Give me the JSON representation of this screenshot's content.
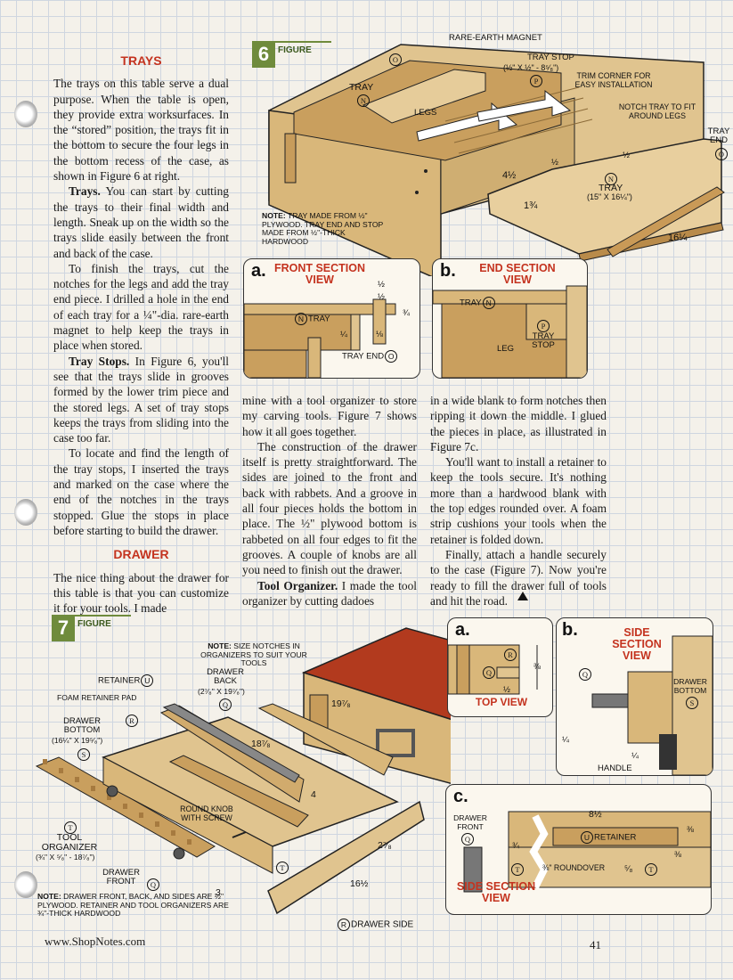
{
  "left_column": {
    "heading_trays": "TRAYS",
    "p1": "The trays on this table serve a dual purpose. When the table is open, they provide extra worksurfaces. In the “stored” position, the trays fit in the bottom to secure the four legs in the bottom recess of the case, as shown in Figure 6 at right.",
    "p2_lead": "Trays.",
    "p2": " You can start by cutting the trays to their final width and length. Sneak up on the width so the trays slide easily between the front and back of the case.",
    "p3": "To finish the trays, cut the notches for the legs and add the tray end piece. I drilled a hole in the end of each tray for a ¼\"-dia. rare-earth magnet to help keep the trays in place when stored.",
    "p4_lead": "Tray Stops.",
    "p4": " In Figure 6, you'll see that the trays slide in grooves formed by the lower trim piece and the stored legs. A set of tray stops keeps the trays from sliding into the case too far.",
    "p5": "To locate and find the length of the tray stops, I inserted the trays and marked on the case where the end of the notches in the trays stopped. Glue the stops in place before starting to build the drawer.",
    "heading_drawer": "DRAWER",
    "p6": "The nice thing about the drawer for this table is that you can customize it for your tools. I made"
  },
  "mid_column": {
    "p1": "mine with a tool organizer to store my carving tools. Figure 7 shows how it all goes together.",
    "p2": "The construction of the drawer itself is pretty straightforward. The sides are joined to the front and back with rabbets. And a groove in all four pieces holds the bottom in place. The ½\" plywood bottom is rabbeted on all four edges to fit the grooves. A couple of knobs are all you need to finish out the drawer.",
    "p3_lead": "Tool Organizer.",
    "p3": " I made the tool organizer by cutting dadoes"
  },
  "right_column": {
    "p1": "in a wide blank to form notches then ripping it down the middle. I glued the pieces in place, as illustrated in Figure 7c.",
    "p2": "You'll want to install a retainer to keep the tools secure. It's nothing more than a hardwood blank with the top edges rounded over. A foam strip cushions your tools when the retainer is folded down.",
    "p3": "Finally, attach a handle securely to the case (Figure 7). Now you're ready to fill the drawer full of tools and hit the road."
  },
  "figure6": {
    "number": "6",
    "word": "FIGURE",
    "labels": {
      "rare_earth": "RARE-EARTH MAGNET",
      "tray_stop": "TRAY STOP",
      "tray_stop_dim": "(½\" x ½\" - 8⁵⁄₈\")",
      "trim_corner": "TRIM CORNER FOR EASY INSTALLATION",
      "notch_tray": "NOTCH TRAY TO FIT AROUND LEGS",
      "tray_end": "TRAY END",
      "tray_n": "TRAY",
      "legs": "LEGS",
      "tray2": "TRAY",
      "tray2_dim": "(15\" x 16¼\")",
      "d_half": "½",
      "d_half2": "½",
      "d_4half": "4½",
      "d_1_3_4": "1¾",
      "d_16_1_4": "16¼",
      "note_lead": "NOTE:",
      "note": " TRAY MADE FROM ½\" PLYWOOD. TRAY END AND STOP MADE FROM ½\"-THICK HARDWOOD"
    },
    "inset_a": {
      "letter": "a.",
      "title": "FRONT SECTION VIEW",
      "tray": "TRAY",
      "tray_end": "TRAY END",
      "d1": "½",
      "d2": "½",
      "d3": "¾",
      "d4": "¼",
      "d5": "⅛"
    },
    "inset_b": {
      "letter": "b.",
      "title": "END SECTION VIEW",
      "tray": "TRAY",
      "tray_stop": "TRAY STOP",
      "leg": "LEG"
    }
  },
  "figure7": {
    "number": "7",
    "word": "FIGURE",
    "note_top_lead": "NOTE:",
    "note_top": " SIZE NOTCHES IN ORGANIZERS TO SUIT YOUR TOOLS",
    "retainer": "RETAINER",
    "foam": "FOAM RETAINER PAD",
    "drawer_back": "DRAWER BACK",
    "drawer_back_dim": "(2⁷⁄₈\" x 19⁷⁄₈\")",
    "drawer_bottom": "DRAWER BOTTOM",
    "drawer_bottom_dim": "(16¼\" x 19⁵⁄₈\")",
    "tool_org": "TOOL ORGANIZER",
    "tool_org_dim": "(¾\" x ⁵⁄₈\" - 18⁷⁄₈\")",
    "drawer_front": "DRAWER FRONT",
    "round_knob": "ROUND KNOB WITH SCREW",
    "drawer_side": "DRAWER SIDE",
    "d_18_7_8": "18⁷⁄₈",
    "d_19_7_8": "19⁷⁄₈",
    "d_4": "4",
    "d_3": "3",
    "d_2_7_8": "2⁷⁄₈",
    "d_16_1_2": "16½",
    "note_bottom_lead": "NOTE:",
    "note_bottom": " DRAWER FRONT, BACK, AND SIDES ARE ½\" PLYWOOD. RETAINER AND TOOL ORGANIZERS ARE ¾\"-THICK HARDWOOD",
    "inset_a": {
      "letter": "a.",
      "title": "TOP VIEW",
      "d1": "⅜",
      "d2": "½"
    },
    "inset_b": {
      "letter": "b.",
      "title": "SIDE SECTION VIEW",
      "drawer_bottom": "DRAWER BOTTOM",
      "handle": "HANDLE",
      "d1": "¼",
      "d2": "¼"
    },
    "inset_c": {
      "letter": "c.",
      "title": "SIDE SECTION VIEW",
      "drawer_front": "DRAWER FRONT",
      "retainer": "RETAINER",
      "roundover": "⅜\" ROUNDOVER",
      "d_8_1_2": "8½",
      "d_3_4": "¾",
      "d_5_8": "⁵⁄₈",
      "d_3_8": "⅜",
      "d_3_8b": "⅜"
    }
  },
  "circle_letters": {
    "O": "O",
    "N": "N",
    "P": "P",
    "Q": "Q",
    "R": "R",
    "S": "S",
    "T": "T",
    "U": "U"
  },
  "footer": {
    "url": "www.ShopNotes.com",
    "page": "41"
  }
}
